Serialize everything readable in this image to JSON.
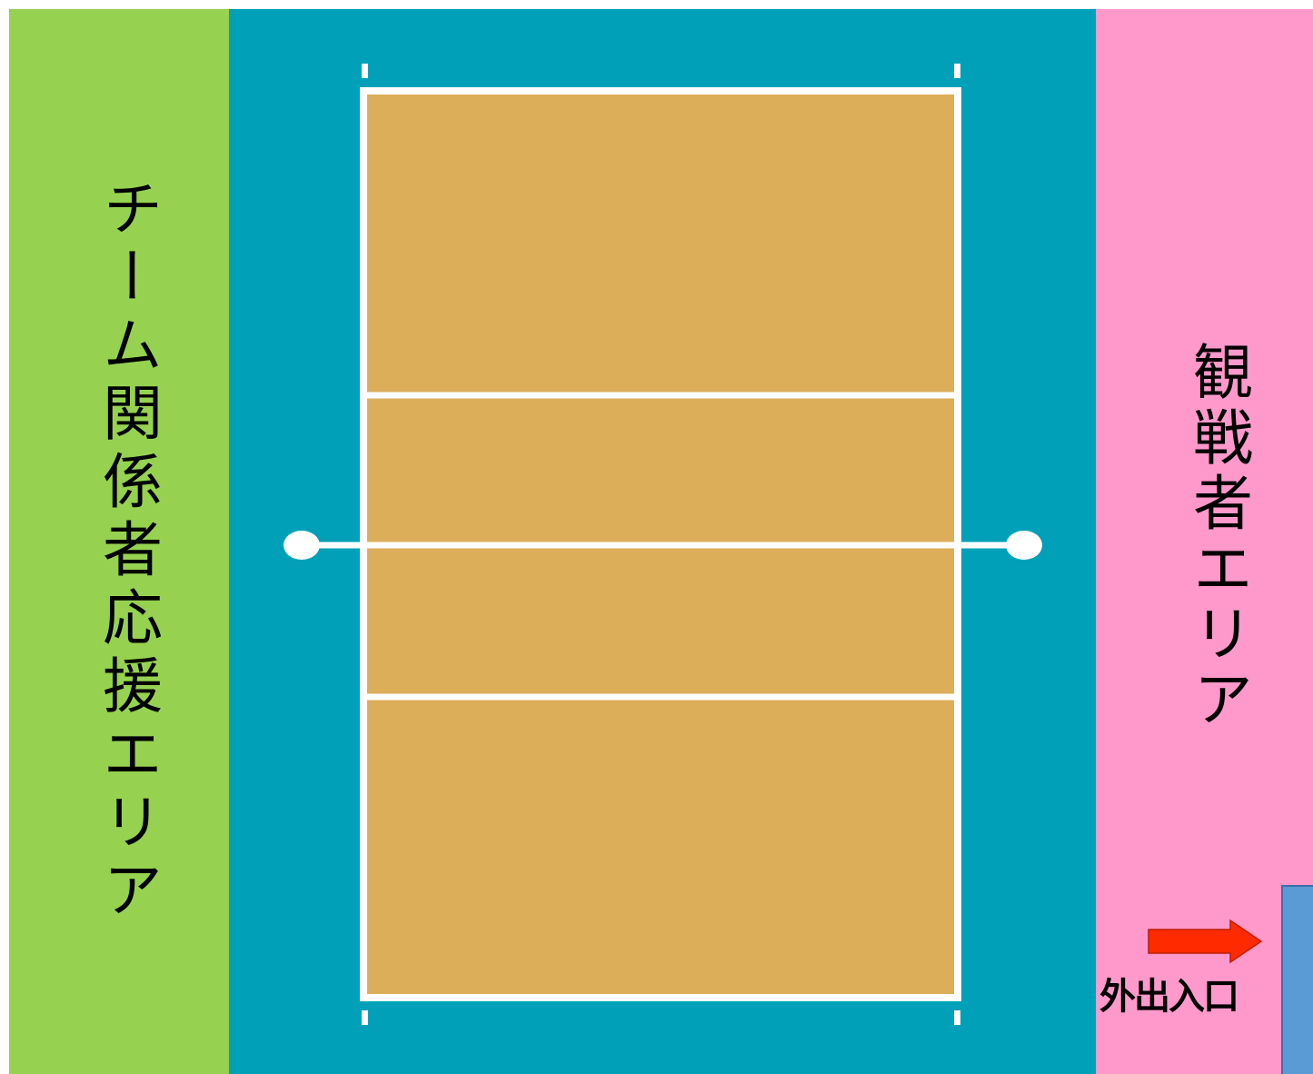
{
  "areas": {
    "team_label": "チーム関係者応援エリア",
    "spectator_label": "観戦者エリア",
    "exit_label": "外出入口"
  },
  "colors": {
    "team_area": "#96d250",
    "court_surround": "#00a0b9",
    "court_floor": "#dcae5a",
    "spectator_area": "#ff99cc",
    "court_lines": "#ffffff",
    "exit_arrow": "#ff2a00",
    "exit_door": "#5b9bd5"
  },
  "icons": {
    "exit_arrow": "arrow-right-icon"
  }
}
